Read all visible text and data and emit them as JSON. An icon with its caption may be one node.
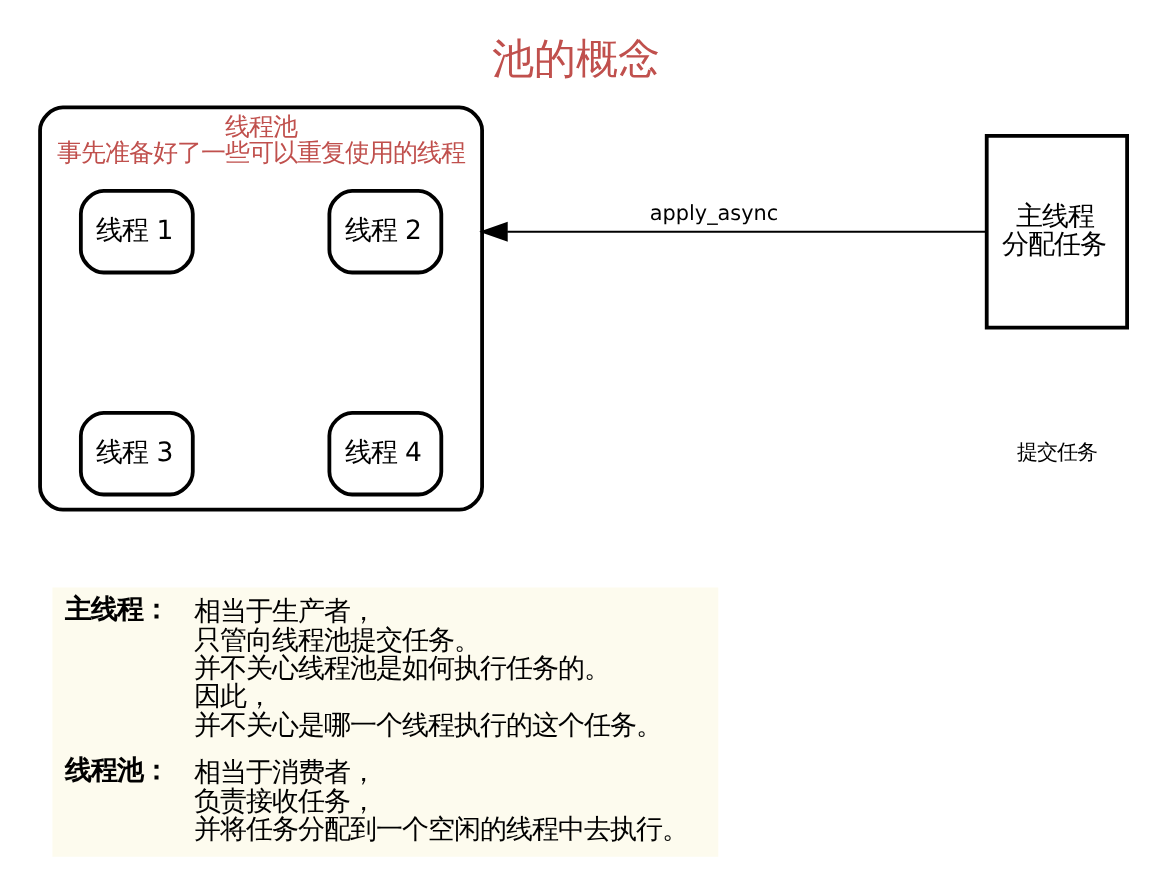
{
  "diagram": {
    "title": "池的概念",
    "nodes": [
      {
        "text": [
          "线程池",
          "事先准备好了一些可以重复使用的线程"
        ]
      },
      {
        "text": [
          "线程 1"
        ],
        "in": 0
      },
      {
        "text": [
          "线程 2"
        ],
        "in": 0
      },
      {
        "text": [
          "线程 3"
        ],
        "in": 0
      },
      {
        "text": [
          "线程 4"
        ],
        "in": 0
      },
      {
        "text": [
          "主线程",
          "分配任务"
        ]
      }
    ],
    "edges": [
      {
        "from": 5,
        "to": 0,
        "arrow": "to",
        "label": "apply_async"
      }
    ],
    "labels": [
      "提交任务",
      "主线程：",
      "相当于生产者，只管向线程池提交任务。并不关心线程池是如何执行任务的。因此，并不关心是哪一个线程执行的这个任务。",
      "线程池：",
      "相当于消费者，负责接收任务，并将任务分配到一个空闲的线程中去执行。"
    ]
  }
}
